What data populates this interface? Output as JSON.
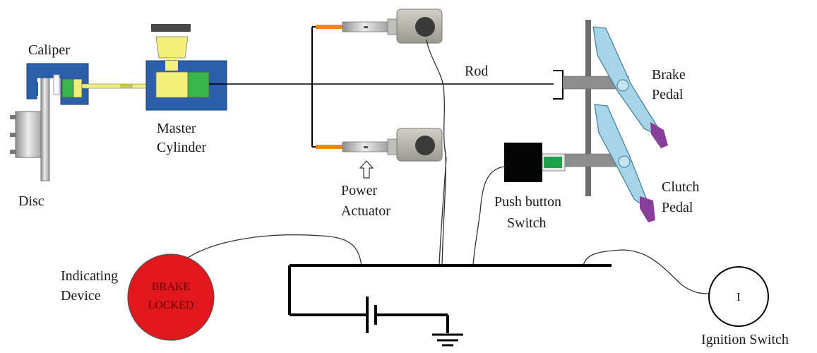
{
  "labels": {
    "caliper": "Caliper",
    "disc": "Disc",
    "master_line1": "Master",
    "master_line2": "Cylinder",
    "rod": "Rod",
    "brake_line1": "Brake",
    "brake_line2": "Pedal",
    "clutch_line1": "Clutch",
    "clutch_line2": "Pedal",
    "actuator_line1": "Power",
    "actuator_line2": "Actuator",
    "push_line1": "Push button",
    "push_line2": "Switch",
    "indicating_line1": "Indicating",
    "indicating_line2": "Device",
    "lamp_line1": "BRAKE",
    "lamp_line2": "LOCKED",
    "ignition_symbol": "I",
    "ignition": "Ignition Switch"
  },
  "colors": {
    "caliper_blue": "#2a5faa",
    "fluid_yellow": "#f3f07a",
    "piston_green": "#39b54a",
    "pedal_blue": "#a6d4e8",
    "pad_purple": "#8a3e9c",
    "lamp_red": "#e0171c",
    "actuator_orange": "#f0890f"
  }
}
